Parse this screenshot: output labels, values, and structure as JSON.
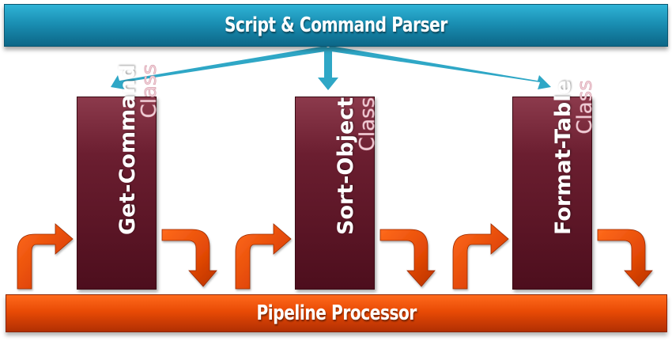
{
  "diagram": {
    "parser": {
      "label": "Script & Command Parser"
    },
    "pipeline": {
      "label": "Pipeline Processor"
    },
    "classes": [
      {
        "name": "Get-Command",
        "sub": "Class"
      },
      {
        "name": "Sort-Object",
        "sub": "Class"
      },
      {
        "name": "Format-Table",
        "sub": "Class"
      }
    ],
    "colors": {
      "parser": "#1a8fb3",
      "connector": "#2fa7c6",
      "class_box": "#6b1e30",
      "pipeline": "#e84a05",
      "flow_arrow": "#f05a10"
    },
    "connectors": [
      {
        "from": "parser",
        "to": "Get-Command"
      },
      {
        "from": "parser",
        "to": "Sort-Object"
      },
      {
        "from": "parser",
        "to": "Format-Table"
      }
    ],
    "flow": [
      {
        "from": "pipeline",
        "to": "Get-Command",
        "direction": "up-into"
      },
      {
        "from": "Get-Command",
        "to": "pipeline",
        "direction": "down-out"
      },
      {
        "from": "pipeline",
        "to": "Sort-Object",
        "direction": "up-into"
      },
      {
        "from": "Sort-Object",
        "to": "pipeline",
        "direction": "down-out"
      },
      {
        "from": "pipeline",
        "to": "Format-Table",
        "direction": "up-into"
      },
      {
        "from": "Format-Table",
        "to": "pipeline",
        "direction": "down-out"
      }
    ]
  }
}
